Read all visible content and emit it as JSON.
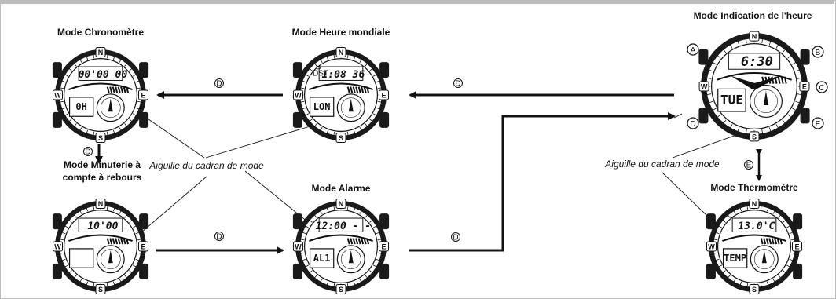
{
  "titles": {
    "chrono": "Mode Chronomètre",
    "world": "Mode Heure mondiale",
    "timekeeping": "Mode Indication de l'heure",
    "timer_line1": "Mode Minuterie à",
    "timer_line2": "compte à rebours",
    "alarm": "Mode Alarme",
    "thermo": "Mode Thermomètre"
  },
  "callouts": {
    "left": "Aiguille du cadran de mode",
    "right": "Aiguille du cadran de mode"
  },
  "buttons": {
    "a": "A",
    "b": "B",
    "c": "C",
    "d": "D",
    "e": "E"
  },
  "compass": {
    "n": "N",
    "s": "S",
    "e": "E",
    "w": "W"
  },
  "lcd": {
    "chrono_top": "00'00 00",
    "chrono_sub": "0H",
    "world_top": "1:08 36",
    "world_sub": "LON",
    "world_dst": "DST",
    "world_p": "P",
    "time_top": "6:30",
    "time_sub": "TUE",
    "timer_top": "10'00",
    "timer_sub": "",
    "alarm_top": "12:00 - -",
    "alarm_sub": "AL1",
    "thermo_top": "13.0'C",
    "thermo_sub": "TEMP"
  },
  "colors": {
    "ink": "#111111",
    "frame": "#bdbdbd",
    "bezel": "#1a1a1a"
  }
}
